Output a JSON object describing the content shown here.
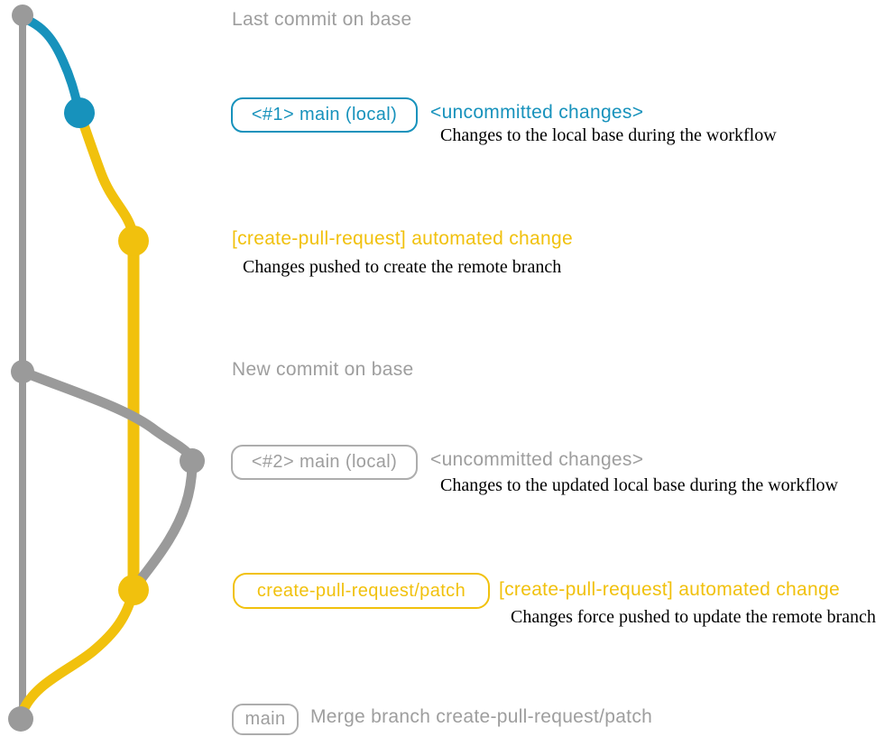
{
  "colors": {
    "gray": "#9A9A9A",
    "graytext": "#9E9E9E",
    "teal": "#1792BC",
    "yellow": "#F1C10D",
    "ink": "#000000"
  },
  "labels": {
    "last_commit_on_base": "Last commit on base",
    "branch1_ref": "<#1> main (local)",
    "branch1_state": "<uncommitted changes>",
    "branch1_note": "Changes to the local base during the workflow",
    "commit1_message": "[create-pull-request] automated change",
    "commit1_note": "Changes pushed to create the remote branch",
    "new_commit_on_base": "New commit on base",
    "branch2_ref": "<#2> main (local)",
    "branch2_state": "<uncommitted changes>",
    "branch2_note": "Changes to the updated local base during the workflow",
    "patch_branch_ref": "create-pull-request/patch",
    "commit2_message": "[create-pull-request] automated change",
    "commit2_note": "Changes force pushed to update the remote branch",
    "main_ref": "main",
    "merge_commit_message": "Merge branch create-pull-request/patch"
  }
}
